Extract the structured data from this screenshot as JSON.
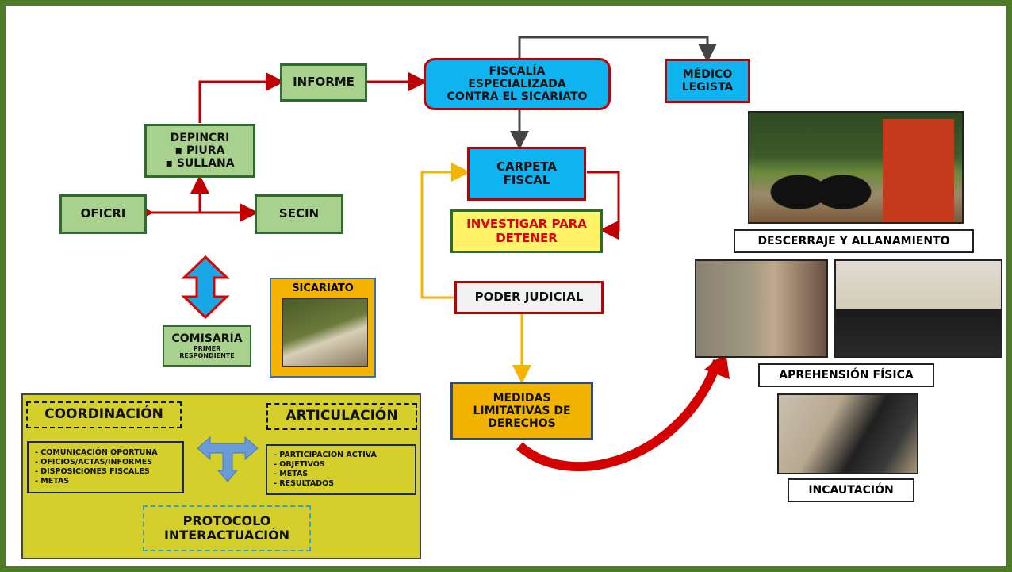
{
  "nodes": {
    "informe": "INFORME",
    "fiscalia": [
      "FISCALÍA",
      "ESPECIALIZADA",
      "CONTRA EL SICARIATO"
    ],
    "medico": [
      "MÉDICO",
      "LEGISTA"
    ],
    "depincri": {
      "title": "DEPINCRI",
      "items": [
        "PIURA",
        "SULLANA"
      ]
    },
    "oficri": "OFICRI",
    "secin": "SECIN",
    "carpeta": [
      "CARPETA",
      "FISCAL"
    ],
    "investigar": [
      "INVESTIGAR PARA",
      "DETENER"
    ],
    "poder_judicial": "PODER JUDICIAL",
    "medidas": [
      "MEDIDAS",
      "LIMITATIVAS DE",
      "DERECHOS"
    ],
    "comisaria": {
      "title": "COMISARÍA",
      "sub": [
        "PRIMER",
        "RESPONDIENTE"
      ]
    },
    "sicariato": "SICARIATO"
  },
  "coordination_panel": {
    "coordinacion": "COORDINACIÓN",
    "articulacion": "ARTICULACIÓN",
    "left_items": [
      "COMUNICACIÓN OPORTUNA",
      "OFICIOS/ACTAS/INFORMES",
      "DISPOSICIONES FISCALES",
      "METAS"
    ],
    "right_items": [
      "PARTICIPACION ACTIVA",
      "OBJETIVOS",
      "METAS",
      "RESULTADOS"
    ],
    "protocolo": [
      "PROTOCOLO",
      "INTERACTUACIÓN"
    ]
  },
  "photos": {
    "descerraje": "DESCERRAJE Y ALLANAMIENTO",
    "aprehension": "APREHENSIÓN FÍSICA",
    "incautacion": "INCAUTACIÓN"
  },
  "colors": {
    "frame": "#4f7a28",
    "green_box": "#a9d18e",
    "blue_box": "#0fb3ef",
    "red_border": "#c00000",
    "yellow_panel": "#d4cf2a",
    "orange_box": "#f2b300",
    "investigar_text": "#e00000"
  }
}
